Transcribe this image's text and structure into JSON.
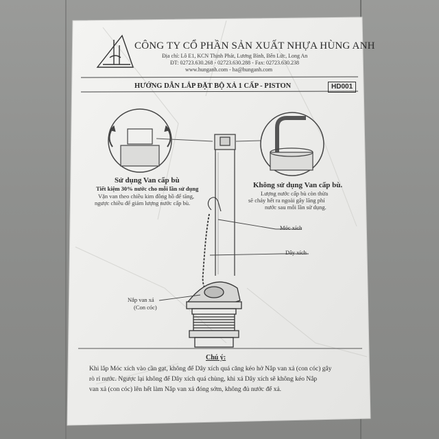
{
  "header": {
    "company": "CÔNG TY CỔ PHẦN SẢN XUẤT NHỰA HÙNG ANH",
    "address": "Địa chỉ: Lô E1, KCN Thịnh Phát, Lương Bình, Bến Lức, Long An",
    "phone": "ĐT: 02723.630.268 - 02723.630.288  -  Fax: 02723.630.238",
    "web": "www.hunganh.com - ha@hunganh.com"
  },
  "title": "HƯỚNG DẪN LẮP ĐẶT BỘ XẢ 1 CẤP - PISTON",
  "code": "HD001",
  "left_panel": {
    "heading": "Sử dụng Van cấp bù",
    "line1": "Tiết kiệm 30% nước cho mỗi lần sử dụng",
    "line2": "Vặn van theo chiều kim đồng hồ để tăng,",
    "line3": "ngược chiều để giảm lượng nước cấp bù."
  },
  "right_panel": {
    "heading": "Không sử dụng Van cấp bù.",
    "line1": "Lượng nước cấp bù còn thừa",
    "line2": "sẽ chảy hết ra ngoài gây lãng phí",
    "line3": "nước sau mỗi lần sử dụng."
  },
  "labels": {
    "hook": "Móc xích",
    "chain": "Dây xích",
    "flapper_1": "Nắp van xả",
    "flapper_2": "(Con cóc)"
  },
  "note": {
    "heading": "Chú ý:",
    "line1": "Khi lắp Móc xích vào cần gạt, không để Dây xích quá căng kéo hở Nắp van xả (con cóc) gây",
    "line2": "rò rỉ nước. Ngược lại không để Dây xích quá chùng, khi xả Dây xích sẽ không kéo Nắp",
    "line3": "van xả (con cóc) lên hết làm Nắp van xả đóng sớm, không đủ nước để xả."
  },
  "colors": {
    "background": "#8f908e",
    "paper": "#f2f2f0",
    "ink": "#2b2b2b"
  }
}
